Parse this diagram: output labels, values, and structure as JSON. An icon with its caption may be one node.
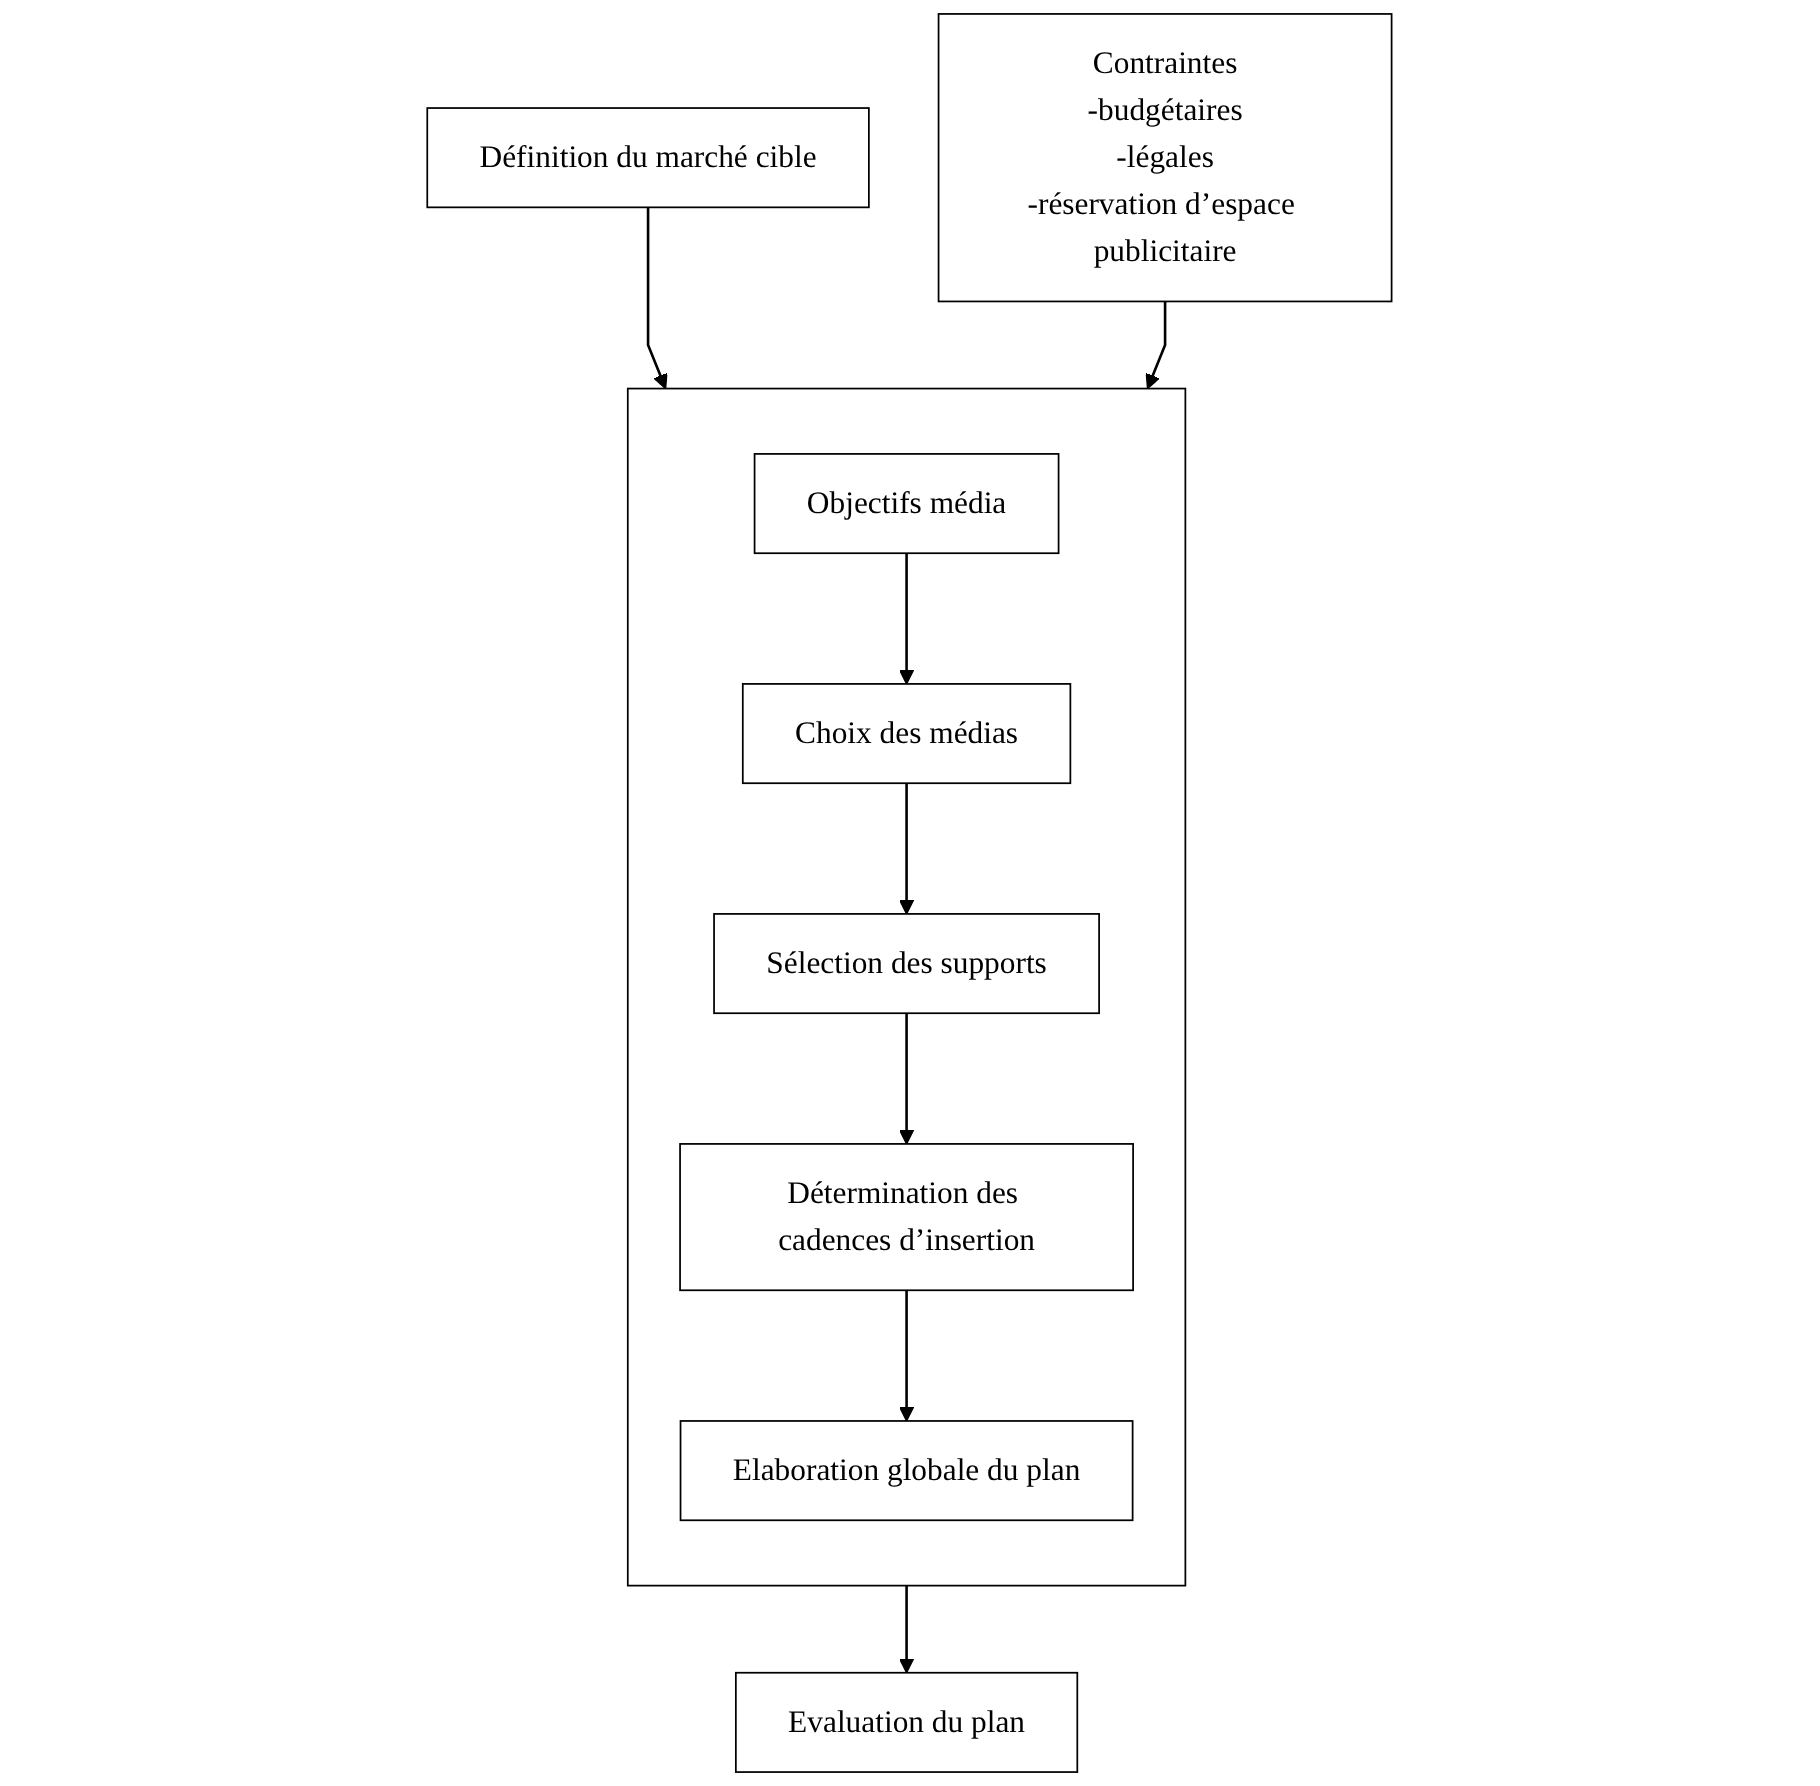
{
  "diagram": {
    "nodes": [
      {
        "text": [
          "Définition du marché cible"
        ]
      },
      {
        "text": [],
        "shape": "box"
      },
      {
        "text": [
          "Objectifs média"
        ],
        "in": 1
      },
      {
        "text": [
          "Choix des médias"
        ],
        "in": 1
      },
      {
        "text": [
          "Sélection des supports"
        ],
        "in": 1
      },
      {
        "text": [
          "Détermination des cadences d’insertion"
        ],
        "in": 1
      },
      {
        "text": [
          "Elaboration globale du plan"
        ],
        "in": 1
      },
      {
        "text": [
          "Evaluation du plan"
        ]
      },
      {
        "text": [
          "Contraintes",
          "-budgétaires",
          "-légales",
          "-réservation d’espace publicitaire"
        ]
      }
    ],
    "edges": [
      {
        "from": 0,
        "to": 1,
        "arrow": "to"
      },
      {
        "from": 2,
        "to": 3,
        "arrow": "to"
      },
      {
        "from": 3,
        "to": 4,
        "arrow": "to"
      },
      {
        "from": 4,
        "to": 5,
        "arrow": "to"
      },
      {
        "from": 5,
        "to": 6,
        "arrow": "to"
      },
      {
        "from": 1,
        "to": 7,
        "arrow": "to"
      },
      {
        "from": 8,
        "to": 1,
        "arrow": "to"
      }
    ]
  }
}
